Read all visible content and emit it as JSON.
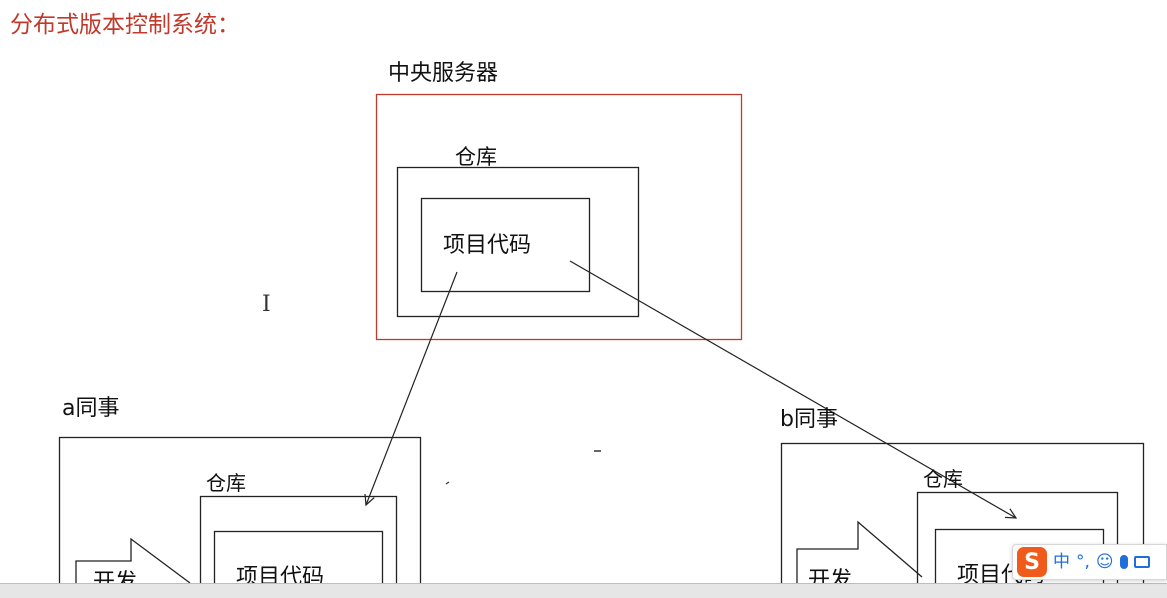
{
  "heading": "分布式版本控制系统：",
  "central_server": {
    "title": "中央服务器",
    "repo_label": "仓库",
    "code_label": "项目代码",
    "border_color": "#c0392b"
  },
  "colleague_a": {
    "title": "a同事",
    "repo_label": "仓库",
    "code_label": "项目代码",
    "dev_label": "开发"
  },
  "colleague_b": {
    "title": "b同事",
    "repo_label": "仓库",
    "code_label": "项目代码",
    "dev_label": "开发"
  },
  "cursor": {
    "icon": "text-cursor-icon",
    "glyph": "I"
  },
  "ime_toolbar": {
    "logo": "S",
    "mode": "中",
    "punct": "°,",
    "emoji": "☺",
    "icons": [
      "sogou-logo-icon",
      "smiley-icon",
      "microphone-icon",
      "keyboard-icon"
    ]
  }
}
